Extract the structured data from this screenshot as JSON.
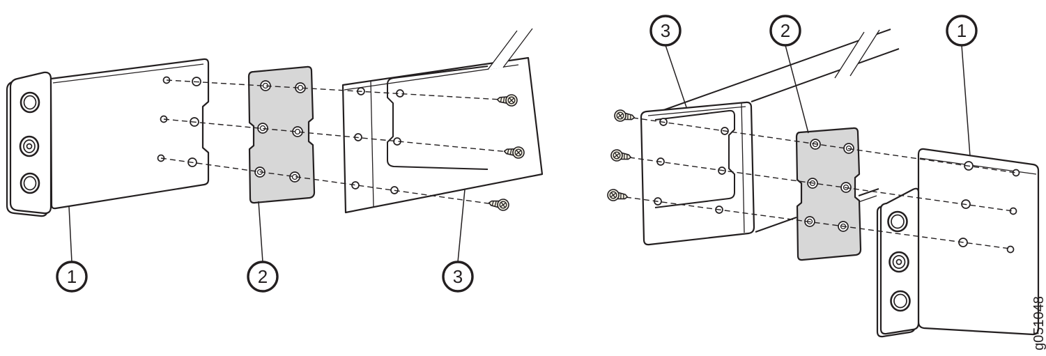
{
  "figure": {
    "code": "g051048"
  },
  "colors": {
    "line": "#231f20",
    "background": "#ffffff",
    "spacer_fill": "#d7d7d7",
    "screw_fill": "#f1efe2"
  },
  "left_assembly": {
    "callouts": [
      {
        "label": "1"
      },
      {
        "label": "2"
      },
      {
        "label": "3"
      }
    ]
  },
  "right_assembly": {
    "callouts": [
      {
        "label": "3"
      },
      {
        "label": "2"
      },
      {
        "label": "1"
      }
    ]
  }
}
